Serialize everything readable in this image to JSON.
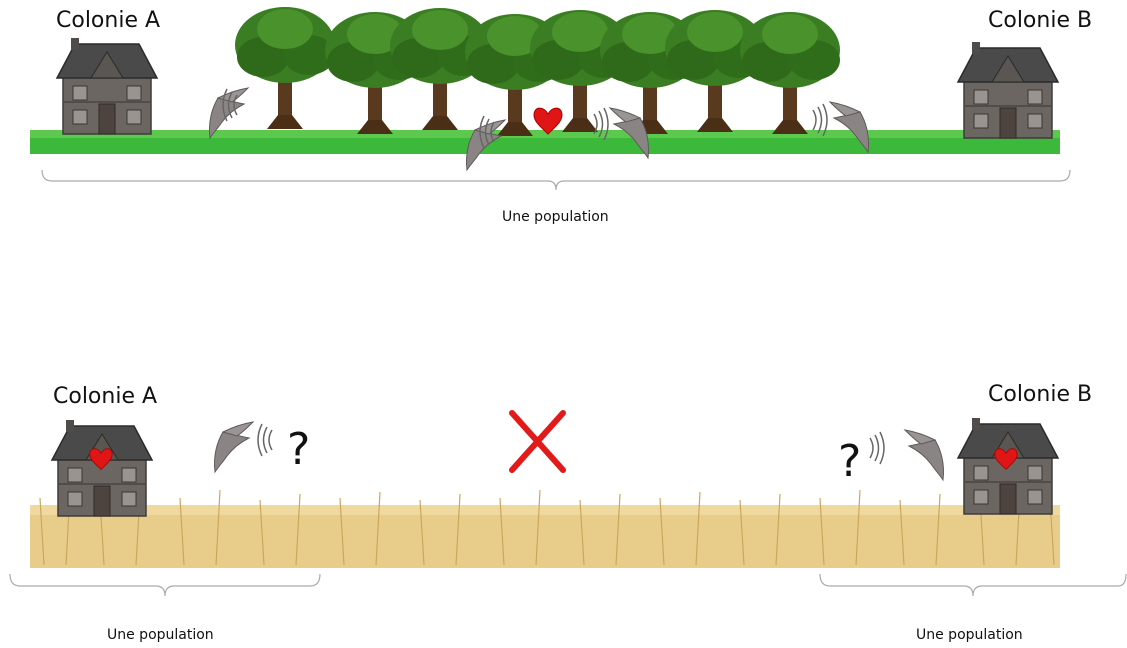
{
  "top_scene": {
    "colony_a_label": "Colonie A",
    "colony_b_label": "Colonie B",
    "population_label": "Une population"
  },
  "bottom_scene": {
    "colony_a_label": "Colonie A",
    "colony_b_label": "Colonie B",
    "population_left_label": "Une population",
    "population_right_label": "Une population",
    "question_mark_left": "?",
    "question_mark_right": "?"
  },
  "colors": {
    "grass": "#3cb83a",
    "forest_foliage": "#3a7d22",
    "trunk": "#5a3a1e",
    "dry_grass": "#e8cd8a",
    "heart": "#e01515",
    "cross": "#e21a1a",
    "house_wall": "#6c6662",
    "house_roof": "#4a4a4a",
    "bat": "#8a8584"
  },
  "icons": [
    "house-icon",
    "tree-icon",
    "bat-icon",
    "heart-icon",
    "cross-icon",
    "sound-waves-icon"
  ]
}
